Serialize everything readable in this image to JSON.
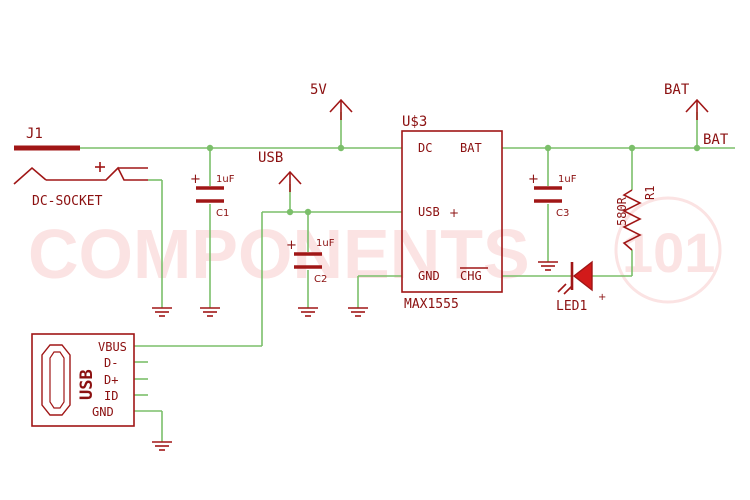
{
  "watermark": {
    "main": "COMPONENTS",
    "suffix": "101"
  },
  "connector_j1": {
    "ref": "J1",
    "name": "DC-SOCKET"
  },
  "supply": {
    "v5": "5V",
    "usb": "USB",
    "bat_top": "BAT",
    "bat_net": "BAT"
  },
  "ic": {
    "ref": "U$3",
    "part": "MAX1555",
    "pins": {
      "dc": "DC",
      "bat": "BAT",
      "usb": "USB",
      "gnd": "GND",
      "chg": "CHG",
      "usb_mark": "+"
    }
  },
  "capacitors": [
    {
      "ref": "C1",
      "value": "1uF"
    },
    {
      "ref": "C2",
      "value": "1uF"
    },
    {
      "ref": "C3",
      "value": "1uF"
    }
  ],
  "resistor": {
    "ref": "R1",
    "value": "580R"
  },
  "led": {
    "ref": "LED1",
    "mark": "+"
  },
  "usb_connector": {
    "label": "USB",
    "pins": [
      "VBUS",
      "D-",
      "D+",
      "ID",
      "GND"
    ]
  },
  "colors": {
    "wire": "#7bbf6a",
    "part": "#a01616",
    "text": "#8b1010"
  }
}
